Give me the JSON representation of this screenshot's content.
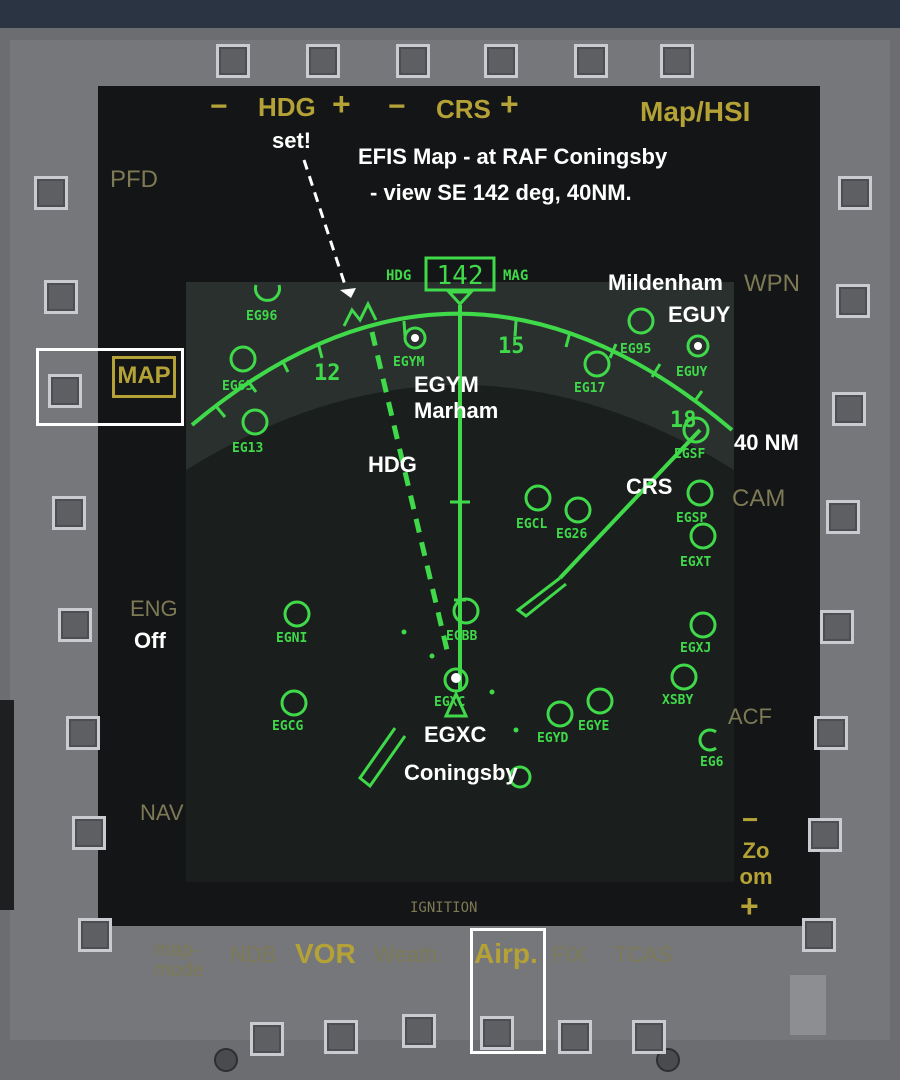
{
  "top_labels": {
    "hdg": "HDG",
    "crs": "CRS",
    "map_hsi": "Map/HSI",
    "minus": "−",
    "plus": "+"
  },
  "left_labels": {
    "pfd": "PFD",
    "map": "MAP",
    "eng": "ENG",
    "nav": "NAV"
  },
  "right_labels": {
    "wpn": "WPN",
    "cam": "CAM",
    "acf": "ACF",
    "zoom_minus": "−",
    "zoom": "Zo om",
    "zoom_plus": "+"
  },
  "bottom_labels": {
    "map_mode": "map- mode",
    "ndb": "NDB",
    "vor": "VOR",
    "weath": "Weath.",
    "airp": "Airp.",
    "fix": "FIX",
    "tcas": "TCAS"
  },
  "display": {
    "heading_value": "142",
    "hdg_tag": "HDG",
    "mag_tag": "MAG",
    "scale_12": "12",
    "scale_15": "15",
    "scale_18": "18",
    "ignition": "IGNITION",
    "airports": [
      "EG96",
      "EG65",
      "EG13",
      "EGYM",
      "EG95",
      "EG17",
      "EGUY",
      "EGSF",
      "EGCL",
      "EG26",
      "EGSP",
      "EGXT",
      "EGNI",
      "EGBB",
      "EGXJ",
      "EGXC",
      "EGCG",
      "EGYD",
      "EGYE",
      "XSBY",
      "EG6"
    ]
  },
  "annotations": {
    "set": "set!",
    "title_line1": "EFIS Map - at RAF Coningsby",
    "title_line2": "- view SE 142 deg, 40NM.",
    "mildenham": "Mildenham",
    "eguy": "EGUY",
    "egym": "EGYM",
    "marham": "Marham",
    "forty_nm": "40 NM",
    "hdg": "HDG",
    "crs": "CRS",
    "off": "Off",
    "egxc": "EGXC",
    "coningsby": "Coningsby"
  },
  "colors": {
    "symbol_green": "#3fd94a",
    "label_yellow": "#b4a237",
    "screen": "#141516",
    "bezel": "#6a6c70",
    "annotation": "#ffffff"
  },
  "icons": [
    "white-dot-marker",
    "dashed-arrow",
    "square-button"
  ]
}
